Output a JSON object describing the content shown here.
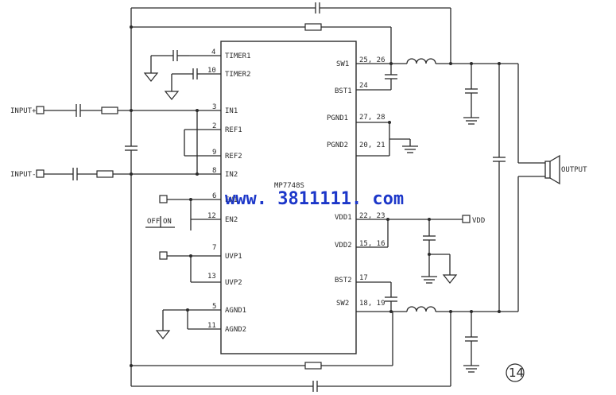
{
  "ic": {
    "part": "MP7748S",
    "left_pins": [
      {
        "num": "4",
        "name": "TIMER1"
      },
      {
        "num": "10",
        "name": "TIMER2"
      },
      {
        "num": "3",
        "name": "IN1"
      },
      {
        "num": "2",
        "name": "REF1"
      },
      {
        "num": "9",
        "name": "REF2"
      },
      {
        "num": "8",
        "name": "IN2"
      },
      {
        "num": "6",
        "name": "EN1"
      },
      {
        "num": "12",
        "name": "EN2"
      },
      {
        "num": "7",
        "name": "UVP1"
      },
      {
        "num": "13",
        "name": "UVP2"
      },
      {
        "num": "5",
        "name": "AGND1"
      },
      {
        "num": "11",
        "name": "AGND2"
      }
    ],
    "right_pins": [
      {
        "num": "25, 26",
        "name": "SW1"
      },
      {
        "num": "24",
        "name": "BST1"
      },
      {
        "num": "27, 28",
        "name": "PGND1"
      },
      {
        "num": "20, 21",
        "name": "PGND2"
      },
      {
        "num": "22, 23",
        "name": "VDD1"
      },
      {
        "num": "15, 16",
        "name": "VDD2"
      },
      {
        "num": "17",
        "name": "BST2"
      },
      {
        "num": "18, 19",
        "name": "SW2"
      }
    ]
  },
  "labels": {
    "input_plus": "INPUT+",
    "input_minus": "INPUT-",
    "output": "OUTPUT",
    "vdd": "VDD",
    "off": "OFF",
    "on": "ON",
    "watermark": "www. 3811111. com",
    "figure_number": "14"
  },
  "colors": {
    "line": "#2a2a2a",
    "watermark": "#1c37c9"
  }
}
